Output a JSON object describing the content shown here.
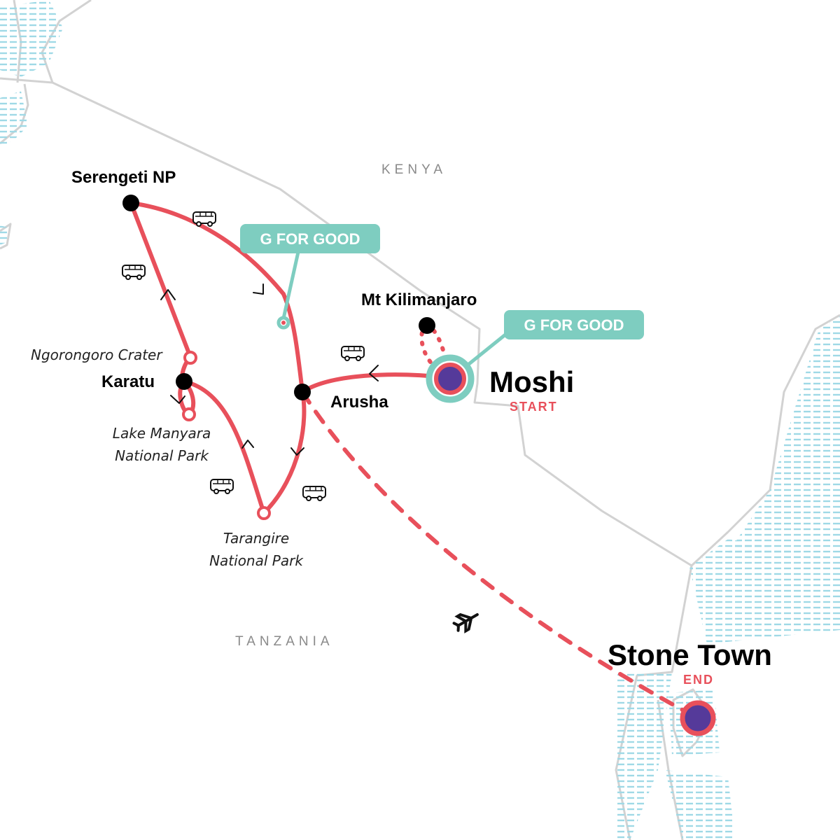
{
  "colors": {
    "route": "#e8505b",
    "teal": "#7ecdc0",
    "dot": "#000000",
    "marker_fill": "#553a9a",
    "border": "#d2d2d2",
    "water": "#9fd9e6"
  },
  "countries": {
    "kenya": "KENYA",
    "tanzania": "TANZANIA"
  },
  "places": {
    "serengeti": "Serengeti NP",
    "ngorongoro": "Ngorongoro Crater",
    "karatu": "Karatu",
    "manyara_line1": "Lake Manyara",
    "manyara_line2": "National Park",
    "tarangire_line1": "Tarangire",
    "tarangire_line2": "National Park",
    "arusha": "Arusha",
    "kilimanjaro": "Mt Kilimanjaro",
    "moshi": "Moshi",
    "moshi_tag": "START",
    "stone_town": "Stone Town",
    "stone_town_tag": "END"
  },
  "badges": {
    "badge1": "G FOR GOOD",
    "badge2": "G FOR GOOD"
  },
  "icons": {
    "transport": "bus-icon",
    "flight": "plane-icon",
    "direction": "chevron-icon"
  }
}
